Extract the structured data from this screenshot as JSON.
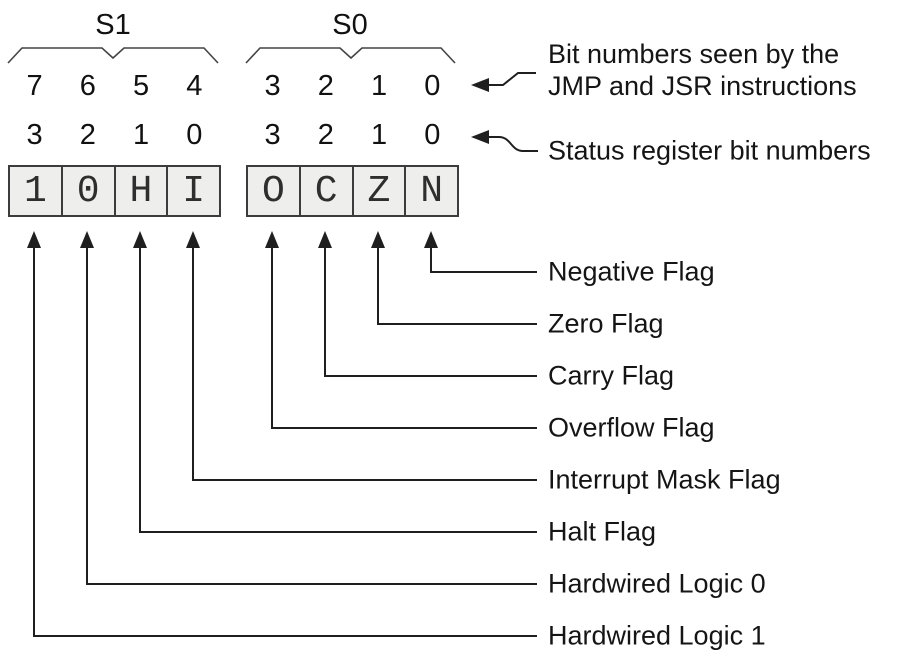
{
  "groups": [
    {
      "name": "S1",
      "jmp_bits": [
        "7",
        "6",
        "5",
        "4"
      ],
      "status_bits": [
        "3",
        "2",
        "1",
        "0"
      ],
      "cells": [
        "1",
        "0",
        "H",
        "I"
      ]
    },
    {
      "name": "S0",
      "jmp_bits": [
        "3",
        "2",
        "1",
        "0"
      ],
      "status_bits": [
        "3",
        "2",
        "1",
        "0"
      ],
      "cells": [
        "O",
        "C",
        "Z",
        "N"
      ]
    }
  ],
  "notes": {
    "jmp_line1": "Bit numbers seen by the",
    "jmp_line2": "JMP and JSR instructions",
    "status": "Status register bit numbers"
  },
  "flags": [
    {
      "cell": "N",
      "label": "Negative Flag"
    },
    {
      "cell": "Z",
      "label": "Zero Flag"
    },
    {
      "cell": "C",
      "label": "Carry Flag"
    },
    {
      "cell": "O",
      "label": "Overflow Flag"
    },
    {
      "cell": "I",
      "label": "Interrupt Mask Flag"
    },
    {
      "cell": "H",
      "label": "Halt Flag"
    },
    {
      "cell": "0",
      "label": "Hardwired Logic 0"
    },
    {
      "cell": "1",
      "label": "Hardwired Logic 1"
    }
  ],
  "colors": {
    "background": "#ffffff",
    "cell_fill": "#eeeeec",
    "cell_border": "#3c3c3c",
    "line": "#1f1f1f",
    "text": "#111111"
  }
}
